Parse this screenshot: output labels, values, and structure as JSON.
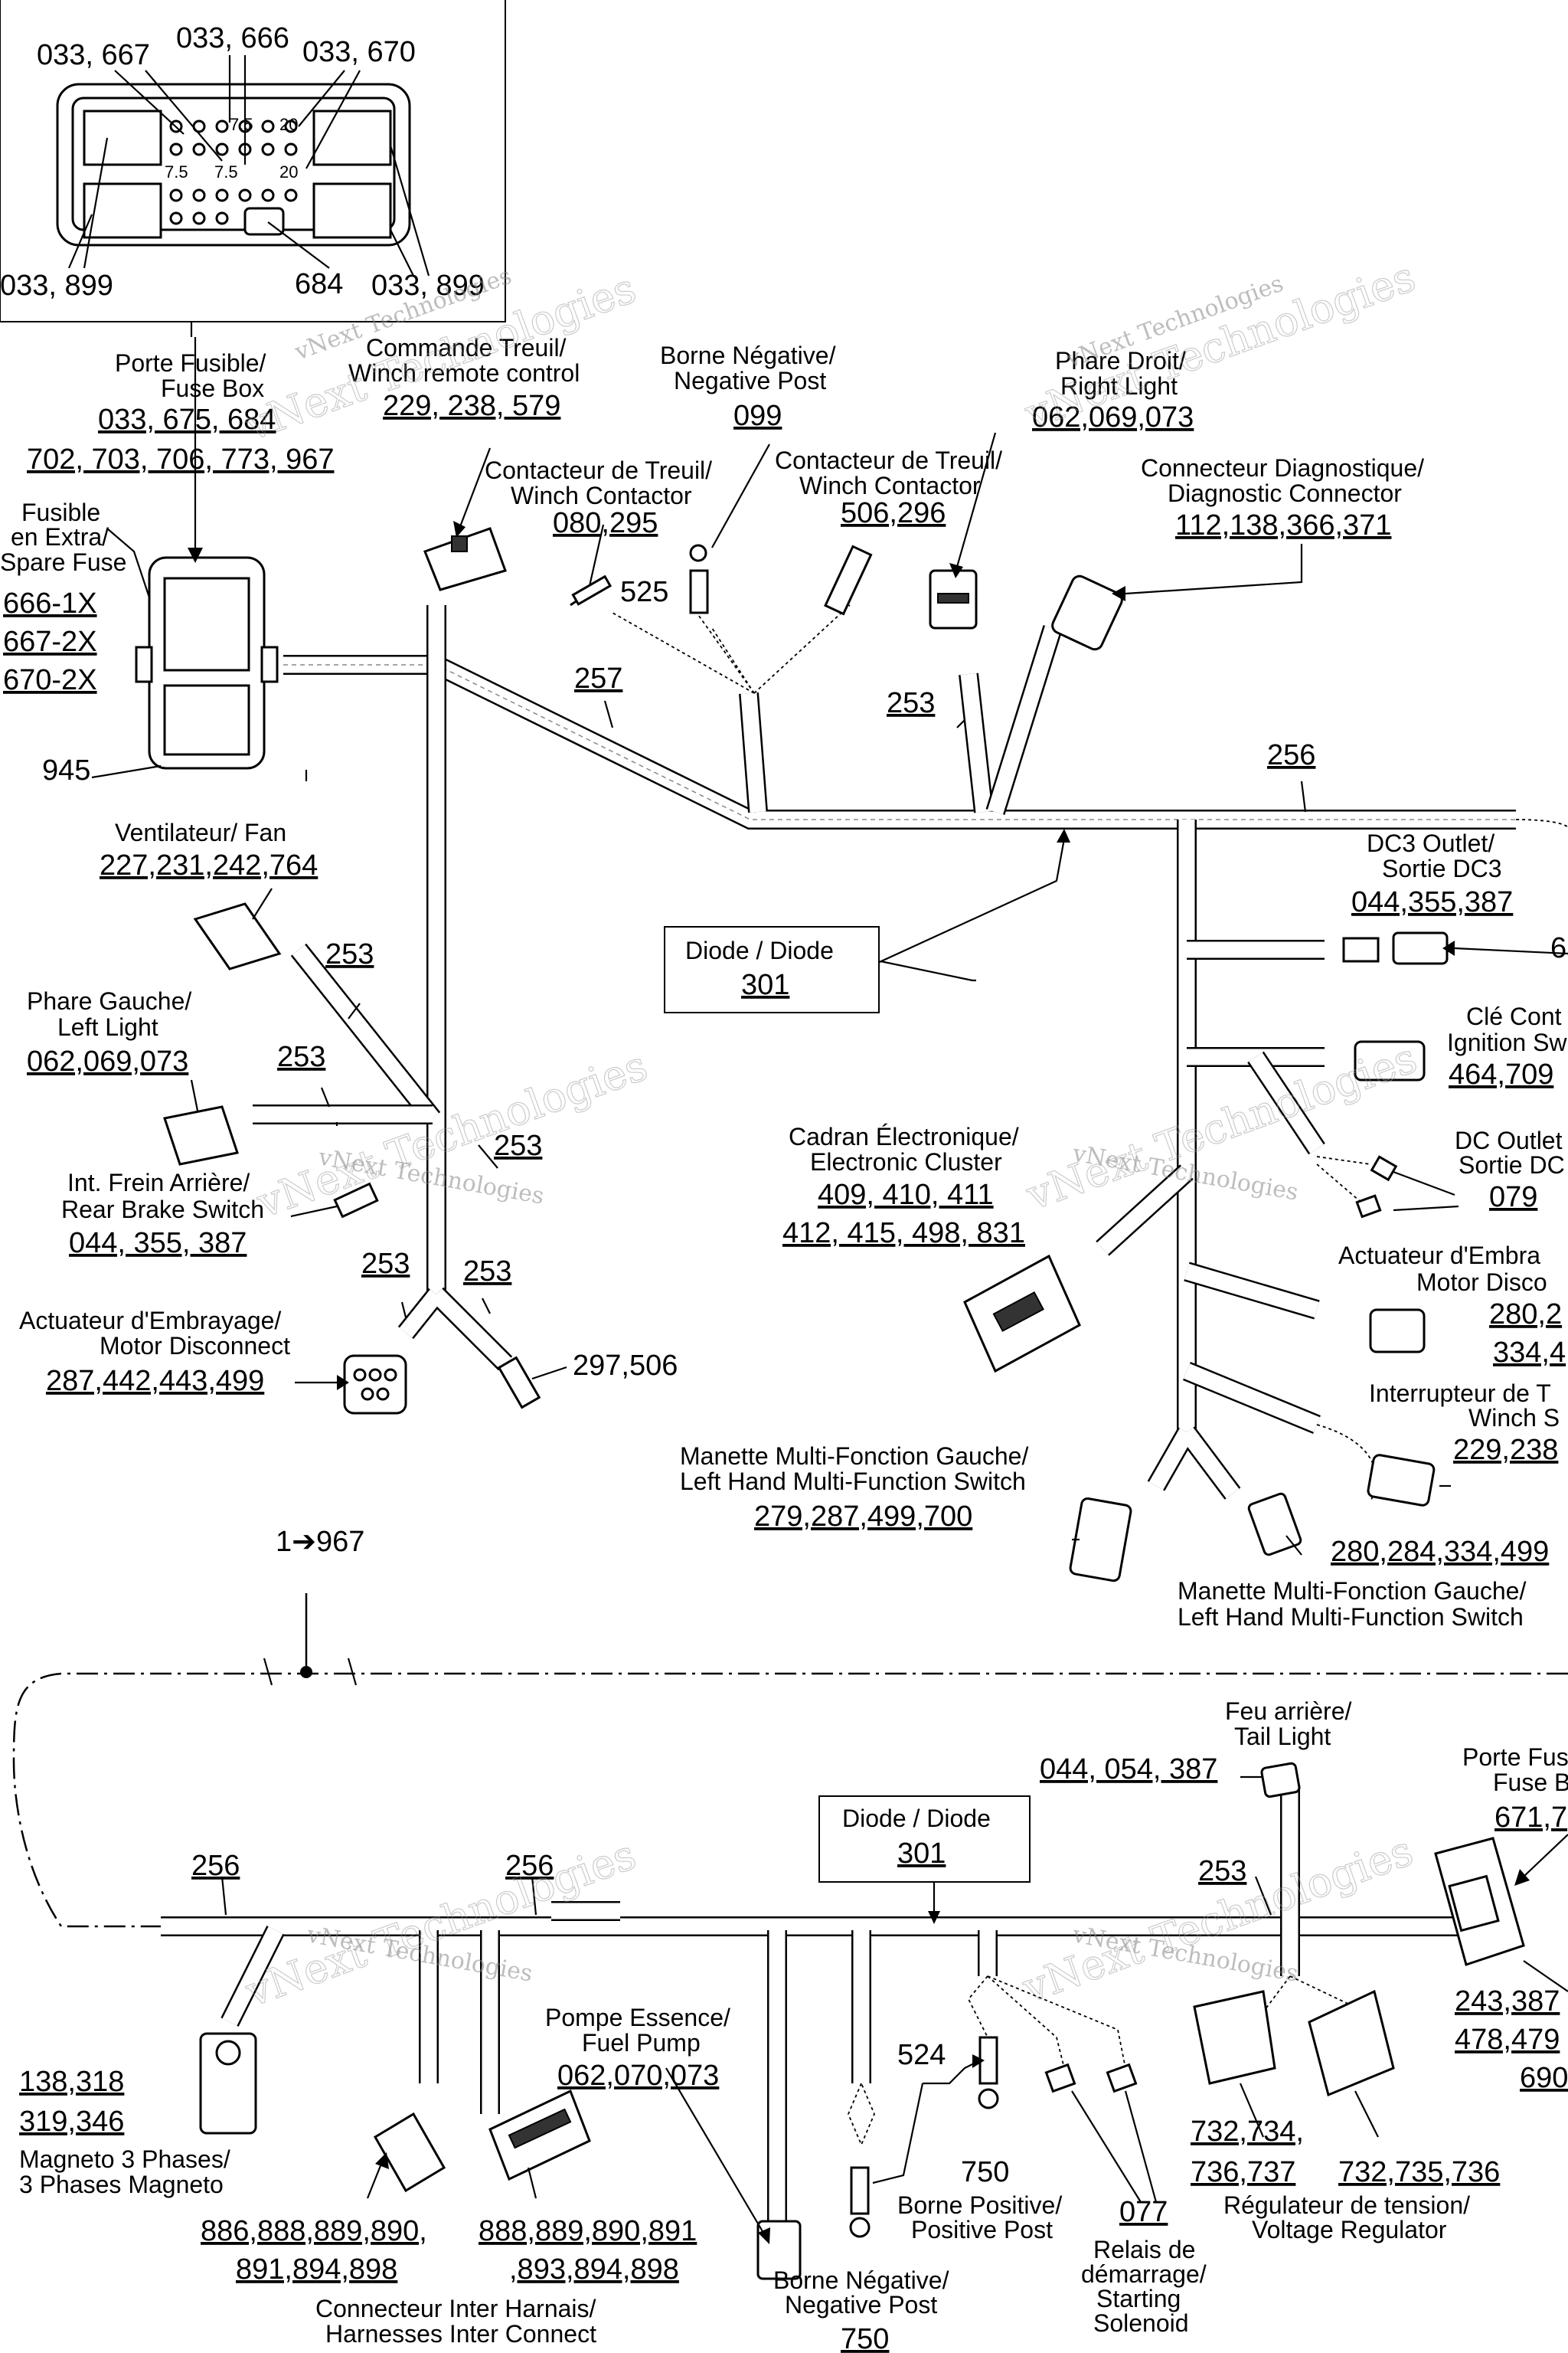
{
  "fuse_detail": {
    "c_tl": "033, 667",
    "c_tm": "033, 666",
    "c_tr": "033, 670",
    "c_bl": "033, 899",
    "c_bm": "684",
    "c_br": "033, 899",
    "fuse_a": "7.5",
    "fuse_b": "20",
    "fuse_c": "7.5",
    "fuse_d": "7.5",
    "fuse_e": "20"
  },
  "top": {
    "fusebox_l1": "Porte Fusible/",
    "fusebox_l2": "Fuse Box",
    "fusebox_n1": "033, 675, 684",
    "fusebox_n2": "702, 703, 706, 773, 967",
    "winch_remote_l1": "Commande Treuil/",
    "winch_remote_l2": "Winch remote control",
    "winch_remote_n": "229, 238, 579",
    "neg_post_l1": "Borne Négative/",
    "neg_post_l2": "Negative Post",
    "neg_post_n": "099",
    "right_light_l1": "Phare Droit/",
    "right_light_l2": "Right Light",
    "right_light_n": "062,069,073",
    "winch_cont1_l1": "Contacteur de Treuil/",
    "winch_cont1_l2": "Winch Contactor",
    "winch_cont1_n": "080,295",
    "winch_cont2_l1": "Contacteur de Treuil/",
    "winch_cont2_l2": "Winch Contactor",
    "winch_cont2_n": "506,296",
    "diag_l1": "Connecteur Diagnostique/",
    "diag_l2": "Diagnostic Connector",
    "diag_n": "112,138,366,371",
    "spare_l1": "Fusible",
    "spare_l2": "en Extra/",
    "spare_l3": "Spare Fuse",
    "spare_n1": "666-1X",
    "spare_n2": "667-2X",
    "spare_n3": "670-2X",
    "n525": "525",
    "n257": "257",
    "n253a": "253",
    "n256a": "256",
    "n945": "945",
    "fan_l1": "Ventilateur/ Fan",
    "fan_n": "227,231,242,764",
    "left_light_l1": "Phare Gauche/",
    "left_light_l2": "Left Light",
    "left_light_n": "062,069,073",
    "n253b": "253",
    "n253c": "253",
    "n253d": "253",
    "n253e": "253",
    "n253f": "253",
    "brake_l1": "Int. Frein Arrière/",
    "brake_l2": "Rear Brake Switch",
    "brake_n": "044, 355, 387",
    "clutch_l1": "Actuateur d'Embrayage/",
    "clutch_l2": "Motor Disconnect",
    "clutch_n": "287,442,443,499",
    "n297": "297,506",
    "diode_l1": "Diode / Diode",
    "diode_n": "301",
    "dc3_l1": "DC3 Outlet/",
    "dc3_l2": "Sortie DC3",
    "dc3_n": "044,355,387",
    "dc3_x": "6",
    "ign_l1": "Clé Cont",
    "ign_l2": "Ignition Sw",
    "ign_n": "464,709",
    "dcout_l1": "DC Outlet",
    "dcout_l2": "Sortie DC",
    "dcout_n": "079",
    "cluster_l1": "Cadran Électronique/",
    "cluster_l2": "Electronic Cluster",
    "cluster_n1": "409, 410, 411",
    "cluster_n2": "412, 415, 498, 831",
    "act2_l1": "Actuateur d'Embra",
    "act2_l2": "Motor Disco",
    "act2_n1": "280,2",
    "act2_n2": "334,4",
    "ws_l1": "Interrupteur de T",
    "ws_l2": "Winch S",
    "ws_n": "229,238",
    "lhs1_l1": "Manette Multi-Fonction Gauche/",
    "lhs1_l2": "Left Hand Multi-Function Switch",
    "lhs1_n": "279,287,499,700",
    "lhs2_n": "280,284,334,499",
    "lhs2_l1": "Manette Multi-Fonction Gauche/",
    "lhs2_l2": "Left Hand Multi-Function Switch"
  },
  "bottom": {
    "ref967": "1➔967",
    "tail_l1": "Feu arrière/",
    "tail_l2": "Tail Light",
    "tail_n": "044, 054, 387",
    "fb2_l1": "Porte Fus",
    "fb2_l2": "Fuse B",
    "fb2_n": "671,7",
    "diode_l1": "Diode / Diode",
    "diode_n": "301",
    "n256a": "256",
    "n256b": "256",
    "n253": "253",
    "mag_n1": "138,318",
    "mag_n2": "319,346",
    "mag_l1": "Magneto 3 Phases/",
    "mag_l2": "3 Phases Magneto",
    "fp_l1": "Pompe Essence/",
    "fp_l2": "Fuel Pump",
    "fp_n": "062,070,073",
    "n524": "524",
    "n750a": "750",
    "pos_l1": "Borne Positive/",
    "pos_l2": "Positive Post",
    "n077": "077",
    "relay_l1": "Relais de",
    "relay_l2": "démarrage/",
    "relay_l3": "Starting",
    "relay_l4": "Solenoid",
    "vr_n1": "732,734,",
    "vr_n2": "736,737",
    "vr_n3": "732,735,736",
    "vr_l1": "Régulateur de tension/",
    "vr_l2": "Voltage Regulator",
    "right_n1": "243,387",
    "right_n2": "478,479",
    "right_n3": "690",
    "hic_n1": "886,888,889,890,",
    "hic_n2": "891,894,898",
    "hic_n3": "888,889,890,891",
    "hic_n4": ",893,894,898",
    "hic_l1": "Connecteur Inter Harnais/",
    "hic_l2": "Harnesses Inter Connect",
    "neg_l1": "Borne Négative/",
    "neg_l2": "Negative Post",
    "neg_n": "750"
  },
  "watermark": {
    "text": "vNext Technologies",
    "big": "vNext Technologies"
  }
}
